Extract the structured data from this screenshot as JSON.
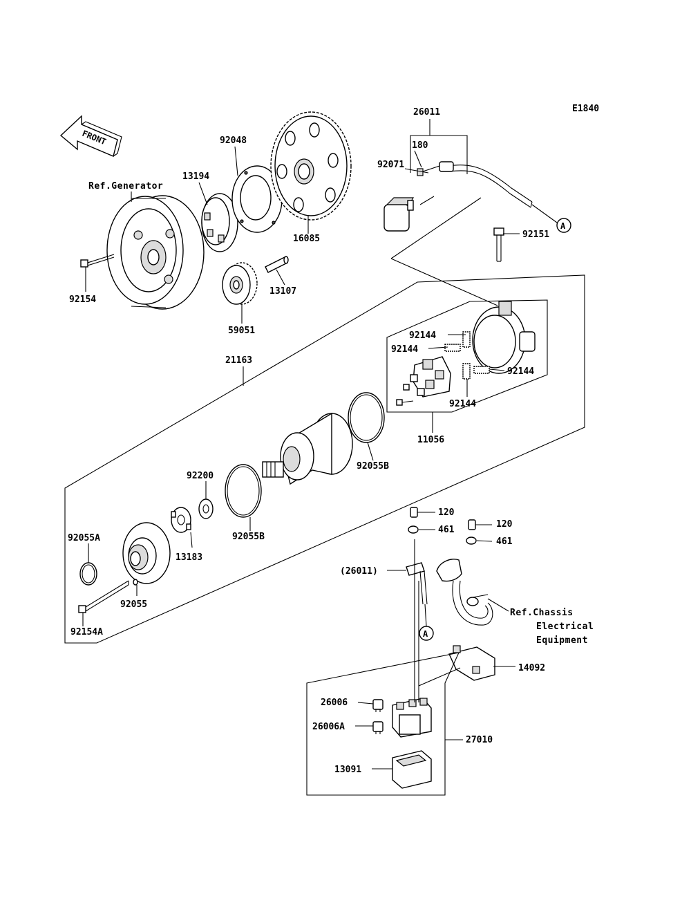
{
  "diagram_code": "E1840",
  "front_label": "FRONT",
  "callout": "A",
  "parts": {
    "p26011_top": "26011",
    "p180": "180",
    "p92071": "92071",
    "p92151": "92151",
    "p92048": "92048",
    "p13194": "13194",
    "ref_generator": "Ref.Generator",
    "p16085": "16085",
    "p92154": "92154",
    "p13107": "13107",
    "p59051": "59051",
    "p21163": "21163",
    "p92144_a": "92144",
    "p92144_b": "92144",
    "p92144_c": "92144",
    "p92144_d": "92144",
    "p11056": "11056",
    "p92055B_a": "92055B",
    "p92200": "92200",
    "p92055B_b": "92055B",
    "p13183": "13183",
    "p92055A": "92055A",
    "p92055": "92055",
    "p92154A": "92154A",
    "p120_a": "120",
    "p461_a": "461",
    "p120_b": "120",
    "p461_b": "461",
    "p26011_paren": "(26011)",
    "ref_chassis_1": "Ref.Chassis",
    "ref_chassis_2": "Electrical",
    "ref_chassis_3": "Equipment",
    "p14092": "14092",
    "p26006": "26006",
    "p26006A": "26006A",
    "p27010": "27010",
    "p13091": "13091"
  }
}
